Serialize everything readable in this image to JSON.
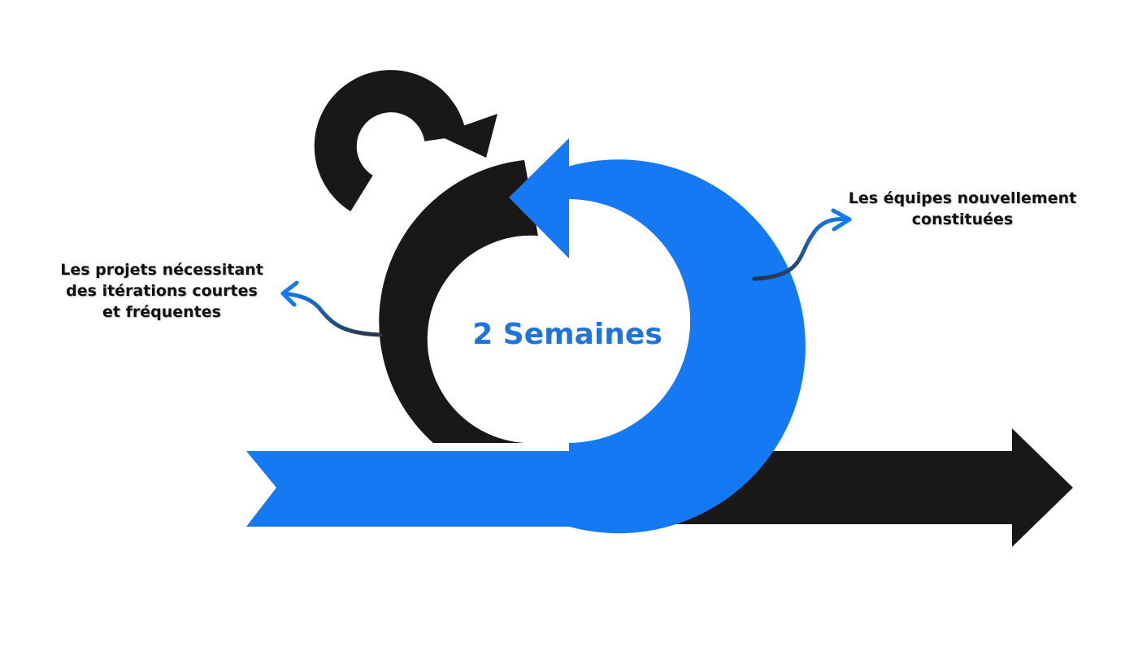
{
  "diagram": {
    "center_label": "2 Semaines",
    "right_label_lines": [
      "Les équipes nouvellement",
      "constituées"
    ],
    "left_label_lines": [
      "Les projets nécessitant",
      "des itérations courtes",
      "et fréquentes"
    ]
  },
  "colors": {
    "blue": "#1479f2",
    "black": "#1a1717",
    "text_blue": "#1f73d9",
    "connector_dark": "#2a3340"
  }
}
